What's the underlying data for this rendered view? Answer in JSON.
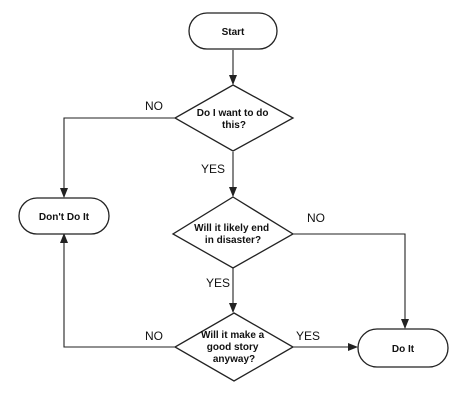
{
  "nodes": {
    "start": "Start",
    "q1": [
      "Do I want to do",
      "this?"
    ],
    "dont": "Don't Do It",
    "q2": [
      "Will it likely end",
      "in disaster?"
    ],
    "q3": [
      "Will it make a",
      "good story",
      "anyway?"
    ],
    "doit": "Do It"
  },
  "edges": {
    "q1_no": "NO",
    "q1_yes": "YES",
    "q2_no": "NO",
    "q2_yes": "YES",
    "q3_no": "NO",
    "q3_yes": "YES"
  },
  "colors": {
    "stroke": "#222222",
    "fill": "#ffffff",
    "text": "#111111"
  }
}
